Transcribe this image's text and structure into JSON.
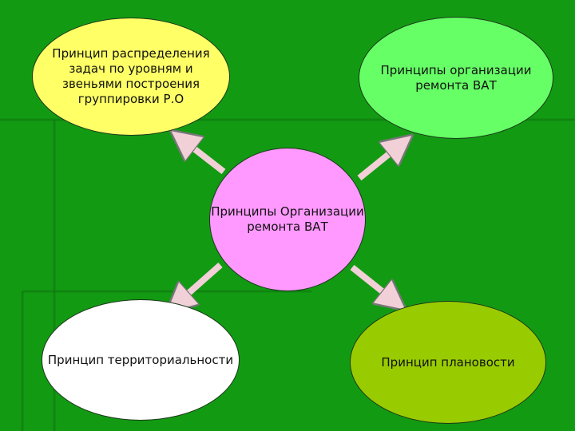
{
  "nodes": {
    "top_left": "Принцип распределения задач по уровням и звеньями построения группировки Р.О",
    "top_right": "Принципы организации ремонта ВАТ",
    "center": "Принципы Организации ремонта ВАТ",
    "bottom_left": "Принцип территориальности",
    "bottom_right": "Принцип плановости"
  },
  "colors": {
    "background": "#139a13",
    "top_left": "#ffff66",
    "top_right": "#66ff66",
    "center": "#ff99ff",
    "bottom_left": "#ffffff",
    "bottom_right": "#99cc00",
    "arrow": "#f2d0d8"
  }
}
